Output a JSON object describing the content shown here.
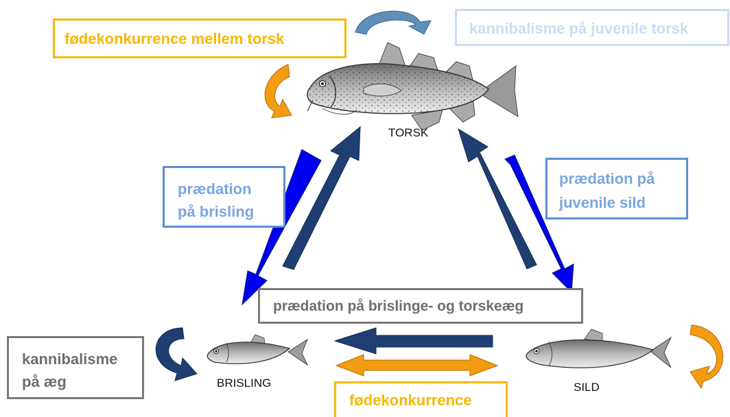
{
  "species": {
    "cod": "TORSK",
    "sprat": "BRISLING",
    "herring": "SILD"
  },
  "boxes": {
    "cod_food_competition": "fødekonkurrence mellem torsk",
    "cod_cannibalism": "kannibalisme på juvenile torsk",
    "predation_sprat_line1": "prædation",
    "predation_sprat_line2": "på brisling",
    "predation_herring_line1": "prædation  på",
    "predation_herring_line2": "juvenile sild",
    "egg_predation": "prædation på brislinge- og torskeæg",
    "egg_cannibalism_line1": "kannibalisme",
    "egg_cannibalism_line2": "på æg",
    "food_competition": "fødekonkurrence"
  },
  "colors": {
    "orange": "#f5b800",
    "arrow_orange": "#f39c12",
    "navy": "#1f3f73",
    "blue": "#0000f0",
    "steel_blue": "#5f8fb8",
    "light_blue_text": "#c9dcf3",
    "medium_blue": "#5b8ed6",
    "gray": "#7a7a7a"
  }
}
